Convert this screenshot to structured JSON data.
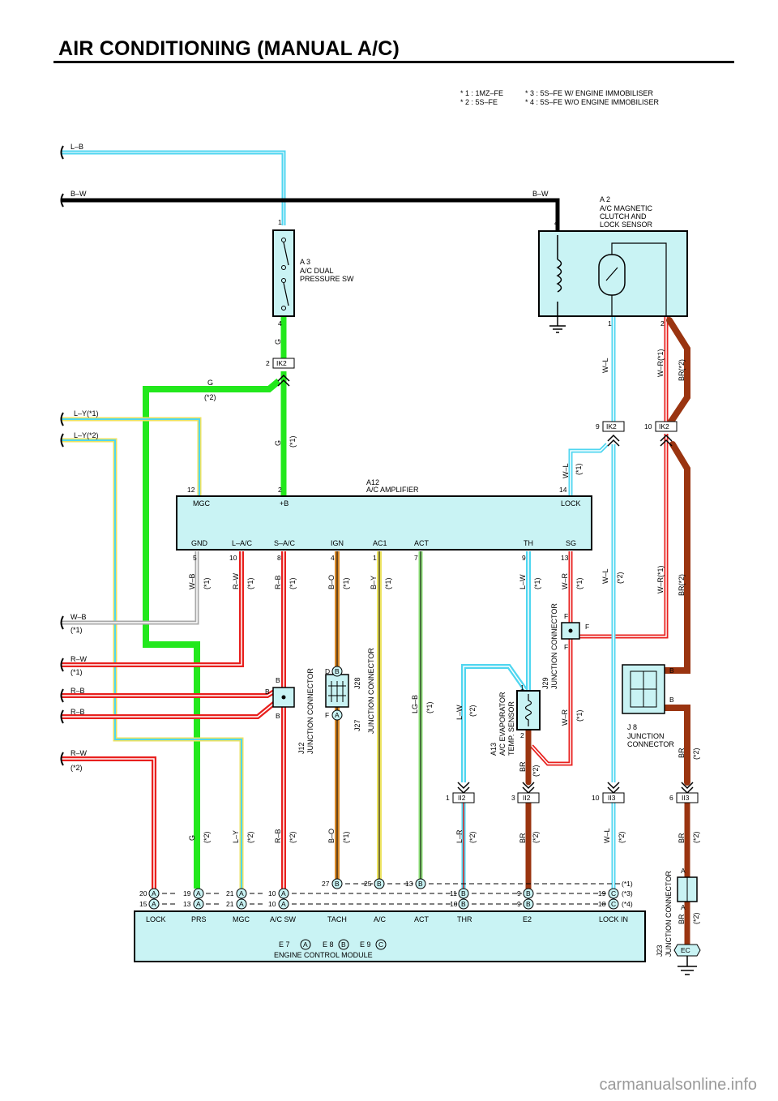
{
  "title": "AIR CONDITIONING (MANUAL A/C)",
  "footer": "carmanualsonline.info",
  "notes": [
    "* 1 : 1MZ–FE",
    "* 2 : 5S–FE",
    "* 3 : 5S–FE W/ ENGINE IMMOBILISER",
    "* 4 : 5S–FE W/O ENGINE IMMOBILISER"
  ],
  "components": {
    "a3": [
      "A 3",
      "A/C DUAL",
      "PRESSURE SW"
    ],
    "a2": [
      "A 2",
      "A/C MAGNETIC",
      "CLUTCH AND",
      "LOCK SENSOR"
    ],
    "a12": [
      "A12",
      "A/C AMPLIFIER"
    ],
    "a12_top_terminals": [
      "MGC",
      "+B",
      "LOCK"
    ],
    "a12_bottom_terminals": [
      "GND",
      "L–A/C",
      "S–A/C",
      "IGN",
      "AC1",
      "ACT",
      "TH",
      "SG"
    ],
    "a13": [
      "A13",
      "A/C EVAPORATOR",
      "TEMP. SENSOR"
    ],
    "j8": [
      "J 8",
      "JUNCTION",
      "CONNECTOR"
    ],
    "j12": [
      "J12",
      "JUNCTION CONNECTOR"
    ],
    "j27": [
      "J27",
      "JUNCTION CONNECTOR"
    ],
    "j28": "J28",
    "j29": [
      "J29",
      "JUNCTION CONNECTOR"
    ],
    "j23": [
      "J23",
      "JUNCTION CONNECTOR"
    ],
    "ecm_terminals": [
      "LOCK",
      "PRS",
      "MGC",
      "A/C SW",
      "TACH",
      "A/C",
      "ACT",
      "THR",
      "E2",
      "LOCK IN"
    ],
    "ecm_name": "ENGINE CONTROL MODULE",
    "ecm_connectors": [
      "E 7",
      "E 8",
      "E 9"
    ],
    "ground": "EC"
  },
  "wires": {
    "lb": "L–B",
    "bw": "B–W",
    "bw2": "B–W",
    "ly1": "L–Y(*1)",
    "ly2": "L–Y(*2)",
    "wb": "W–B",
    "rw": "R–W",
    "rb": "R–B",
    "rb2": "R–B",
    "rw2": "R–W",
    "g": "G",
    "g_note": "(*2)",
    "g_a12": "G",
    "g_a12_note": "(*1)",
    "wl": "W–L",
    "wr1": "W–R(*1)",
    "br2": "BR(*2)",
    "p1": "(*1)",
    "p2": "(*2)"
  },
  "connectors": {
    "ik2": "IK2",
    "ii2": "II2",
    "ii3": "II3"
  },
  "colors": {
    "green": "#22e81c",
    "blue": "#4fd6f0",
    "red": "#e8201e",
    "brown": "#9a3410",
    "orange": "#d98a2a",
    "yellow": "#ece260",
    "lightgreen": "#8fe07a",
    "gray": "#a8a8a8",
    "component_fill": "#c9f3f4",
    "black": "#000000"
  }
}
